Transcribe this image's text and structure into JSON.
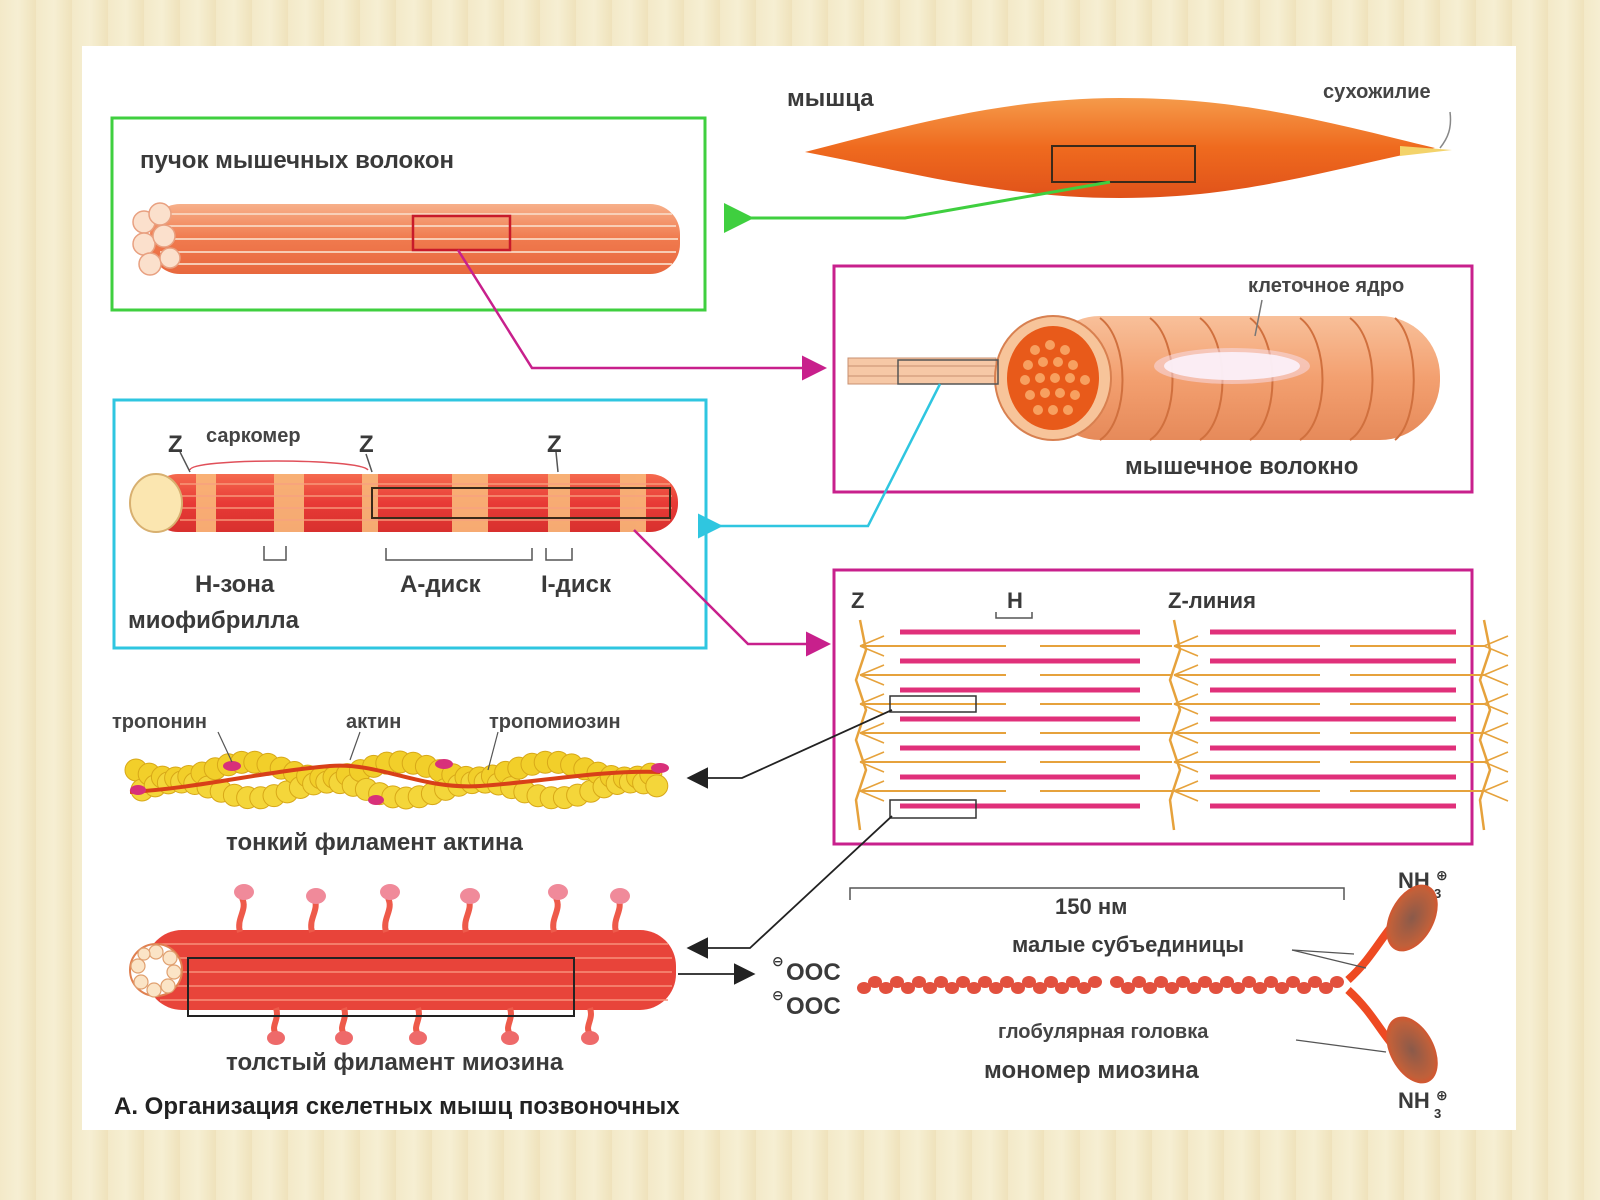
{
  "figure": {
    "caption": "А. Организация скелетных мышц позвоночных"
  },
  "labels": {
    "muscle": "мышца",
    "tendon": "сухожилие",
    "bundle": "пучок мышечных волокон",
    "nucleus": "клеточное ядро",
    "fiber": "мышечное волокно",
    "sarcomere": "саркомер",
    "z": "Z",
    "h_zone": "Н-зона",
    "a_disk": "А-диск",
    "i_disk": "I-диск",
    "myofibril": "миофибрилла",
    "h": "Н",
    "z_line": "Z-линия",
    "troponin": "тропонин",
    "actin": "актин",
    "tropomyosin": "тропомиозин",
    "thin_filament": "тонкий филамент актина",
    "thick_filament": "толстый филамент миозина",
    "nm150": "150 нм",
    "small_subunits": "малые субъединицы",
    "globular_head": "глобулярная головка",
    "myosin_monomer": "мономер миозина",
    "ooc1": "OOC",
    "ooc2": "OOC",
    "charge_minus": "⊖",
    "nh3_top": "NH",
    "nh3_bottom": "NH",
    "sub3": "3",
    "charge_plus": "⊕"
  },
  "colors": {
    "green_box": "#3fcf3f",
    "magenta_box": "#c8208c",
    "cyan_box": "#2fc6e0",
    "muscle_orange": "#f06a22",
    "fiber_orange": "#f39a6a",
    "actin_yellow": "#f2cf2a",
    "myosin_red": "#ee3a2a",
    "filament_pink": "#e0307a",
    "filament_gold": "#e6a23c"
  }
}
